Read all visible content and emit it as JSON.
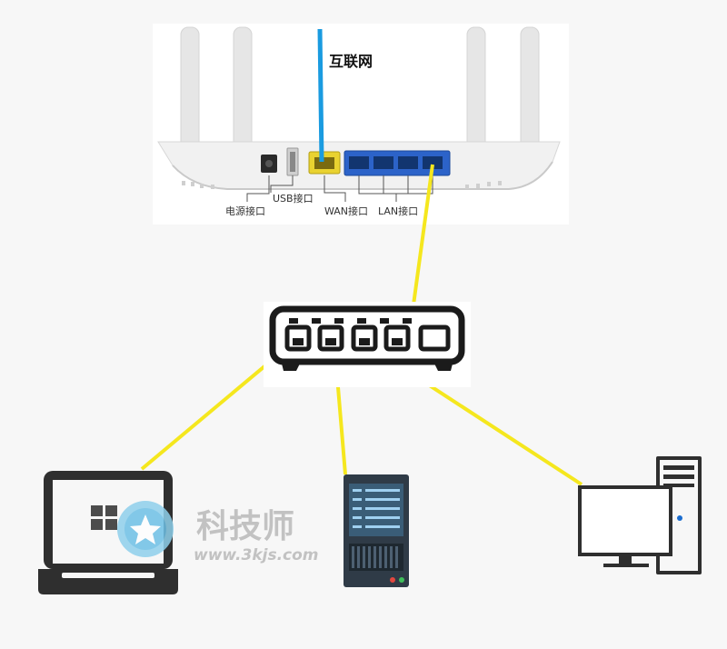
{
  "router": {
    "internet_label": "互联网",
    "ports": {
      "power": "电源接口",
      "usb": "USB接口",
      "wan": "WAN接口",
      "lan": "LAN接口"
    }
  },
  "watermark": {
    "name": "科技师",
    "url": "www.3kjs.com"
  },
  "colors": {
    "cable": "#f5e71e",
    "internet_cable": "#1a9be0",
    "wan_port": "#e9d230",
    "lan_port": "#2c63c9",
    "device": "#2f2f2f"
  }
}
